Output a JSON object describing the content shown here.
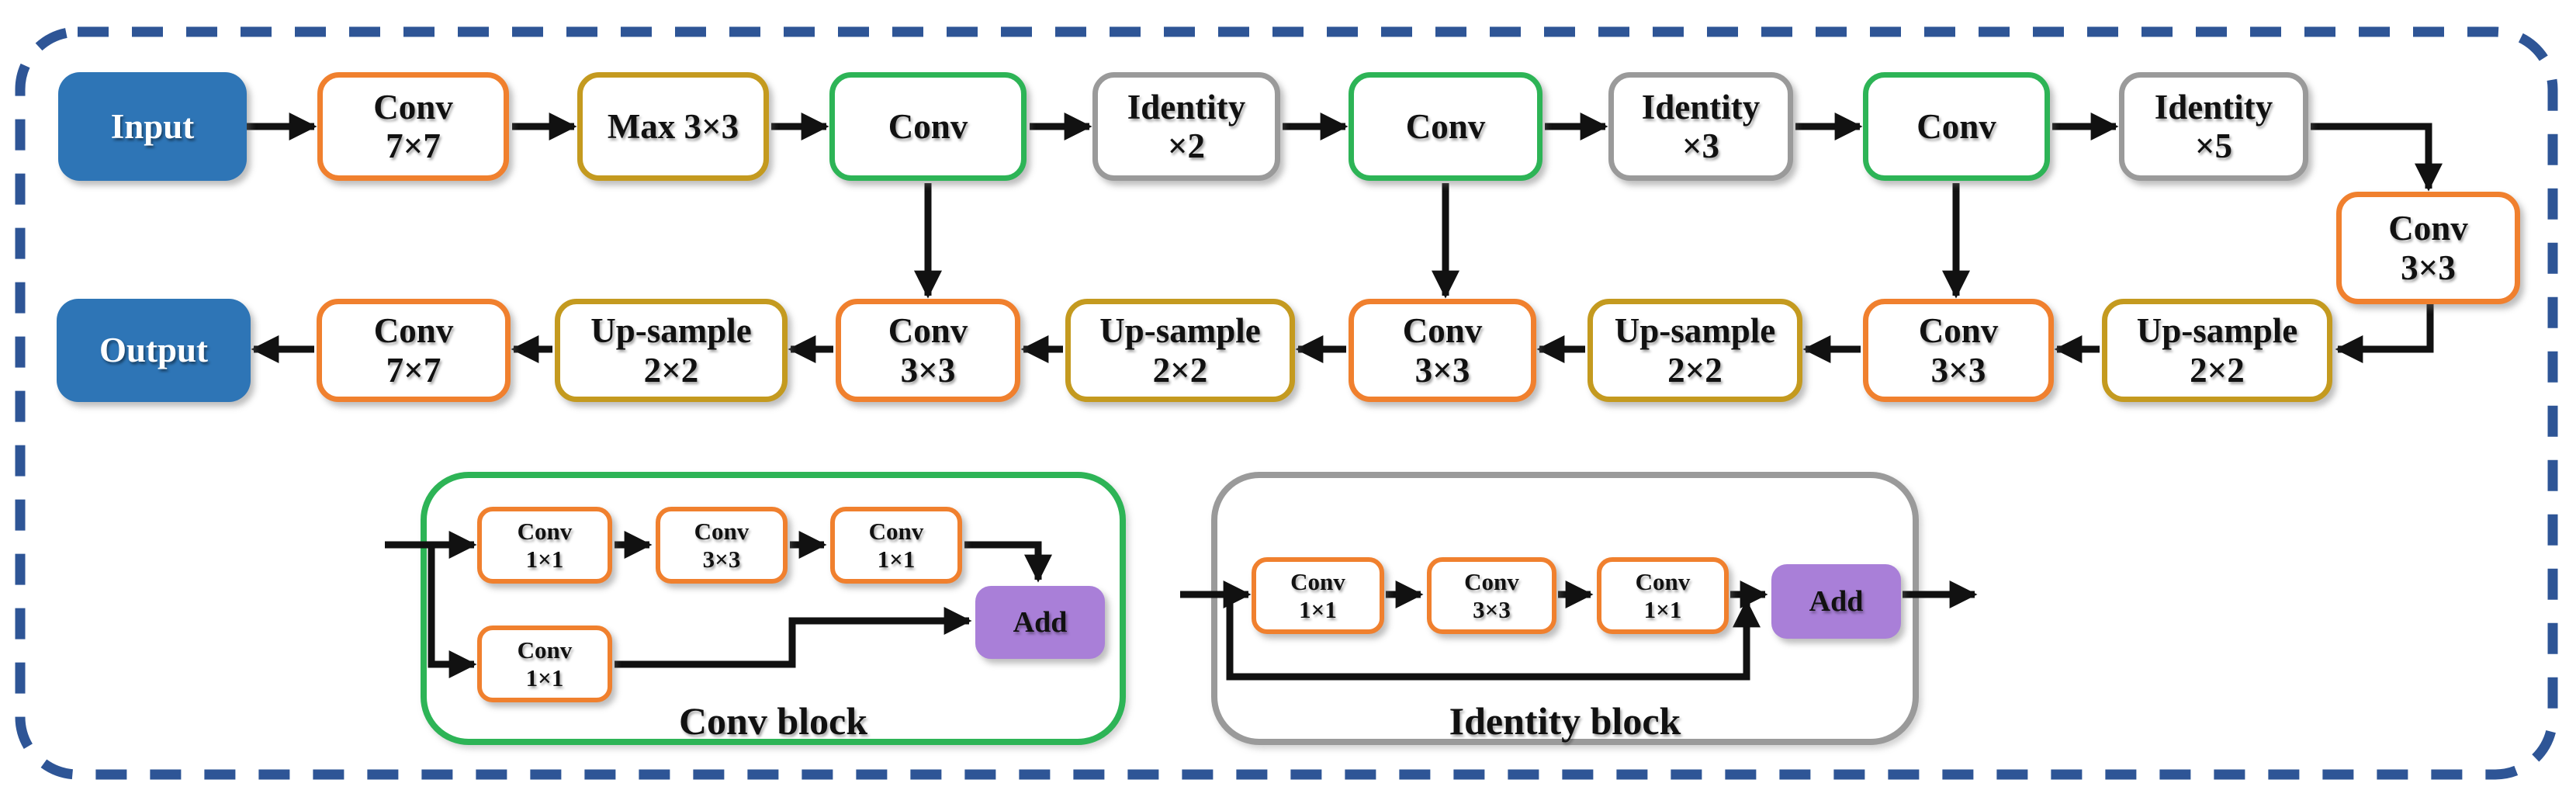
{
  "diagram": {
    "encoder": {
      "input": "Input",
      "conv7": "Conv\n7×7",
      "maxpool": "Max 3×3",
      "conv_block_a": "Conv",
      "identity_a": "Identity\n×2",
      "conv_block_b": "Conv",
      "identity_b": "Identity\n×3",
      "conv_block_c": "Conv",
      "identity_c": "Identity\n×5",
      "bridge_conv": "Conv\n3×3"
    },
    "decoder": {
      "up_a": "Up-sample\n2×2",
      "conv33_a": "Conv\n3×3",
      "up_b": "Up-sample\n2×2",
      "conv33_b": "Conv\n3×3",
      "up_c": "Up-sample\n2×2",
      "conv33_c": "Conv\n3×3",
      "up_d": "Up-sample\n2×2",
      "conv7": "Conv\n7×7",
      "output": "Output"
    },
    "conv_block": {
      "title": "Conv block",
      "conv1": "Conv\n1×1",
      "conv2": "Conv\n3×3",
      "conv3": "Conv\n1×1",
      "shortcut_conv": "Conv\n1×1",
      "add": "Add"
    },
    "identity_block": {
      "title": "Identity block",
      "conv1": "Conv\n1×1",
      "conv2": "Conv\n3×3",
      "conv3": "Conv\n1×1",
      "add": "Add"
    },
    "colors": {
      "io_fill": "#2e75b6",
      "conv_border": "#f0802e",
      "pool_border": "#c49a1f",
      "conv_block_border": "#2db456",
      "identity_border": "#9a9a9a",
      "add_fill": "#a97fd8",
      "outer_dashed_border": "#2e5596",
      "arrow": "#111111"
    }
  }
}
